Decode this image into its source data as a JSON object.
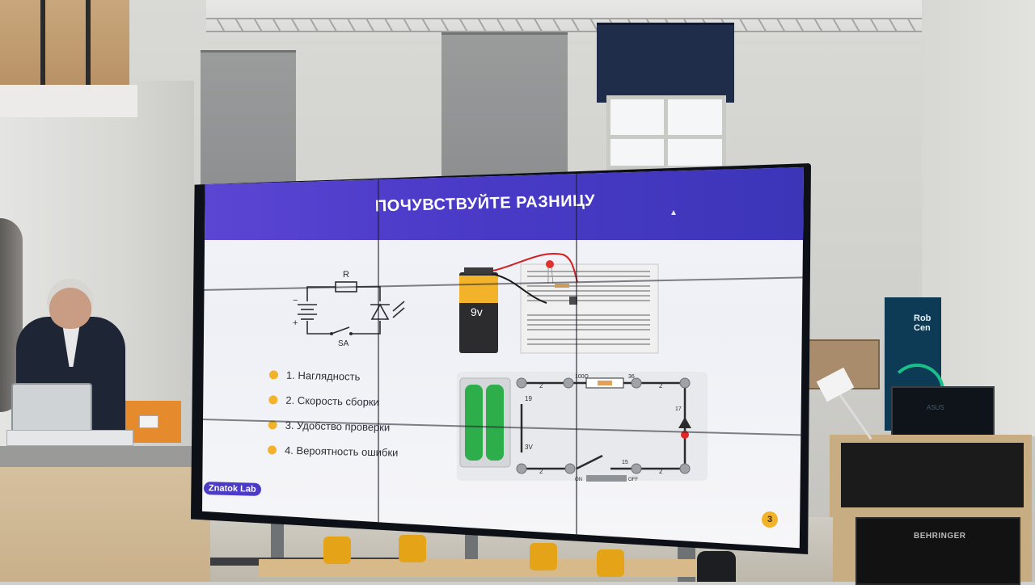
{
  "slide": {
    "title": "ПОЧУВСТВУЙТЕ РАЗНИЦУ",
    "features": [
      "1. Наглядность",
      "2. Скорость сборки",
      "3. Удобство проверки",
      "4. Вероятность ошибки"
    ],
    "brand": "Znatok Lab",
    "page_number": "3",
    "accent_color": "#4b3bc8",
    "bullet_color": "#f2b32a"
  },
  "schematic": {
    "resistor_label": "R",
    "switch_label": "SA",
    "minus": "−",
    "plus": "+"
  },
  "breadboard": {
    "battery_label": "9v"
  },
  "kit": {
    "battery_pack_label": "19",
    "battery_voltage": "3V",
    "link_label": "2",
    "resistor_label": "100Ω",
    "resistor_code": "36",
    "led_code": "17",
    "switch_code": "15",
    "switch_on": "ON",
    "switch_off": "OFF"
  },
  "room": {
    "banner_text": "Rob\nCen",
    "speaker_brand": "BEHRINGER",
    "laptop_text": "ASUS"
  }
}
